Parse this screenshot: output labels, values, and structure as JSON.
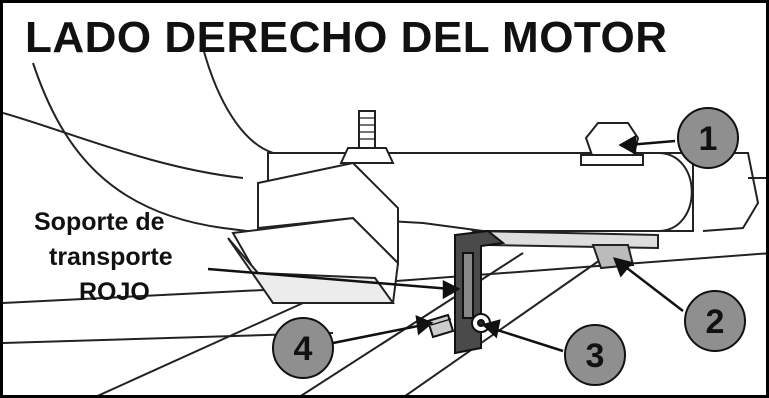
{
  "title": "LADO DERECHO DEL MOTOR",
  "label": {
    "line1": "Soporte de",
    "line2": "transporte",
    "line3": "ROJO"
  },
  "callouts": [
    "1",
    "2",
    "3",
    "4"
  ],
  "colors": {
    "callout_fill": "#8f8f8f",
    "line": "#111111",
    "background": "#ffffff",
    "bracket_shade": "#4a4a4a"
  }
}
